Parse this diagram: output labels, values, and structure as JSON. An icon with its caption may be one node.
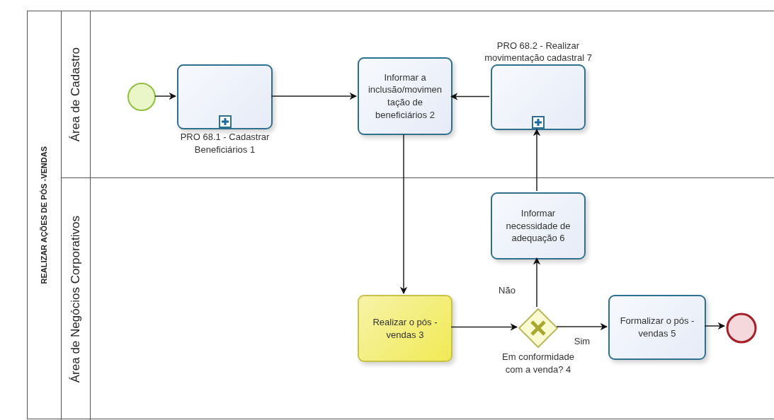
{
  "diagram": {
    "nodes": [
      {
        "text": [
          "REALIZAR AÇÕES DE PÓS -VENDAS"
        ]
      },
      {
        "text": [
          "Área de Cadastro"
        ],
        "in": 0
      },
      {
        "text": [
          "Área de Negócios Corporativos"
        ],
        "in": 0
      },
      {
        "text": [],
        "shape": "circle",
        "in": 1
      },
      {
        "text": [
          "PRO 68.1 - Cadastrar Beneficiários 1"
        ],
        "in": 1
      },
      {
        "text": [
          "Informar a inclusão/movimentação de beneficiários 2"
        ],
        "in": 1
      },
      {
        "text": [
          "PRO 68.2 - Realizar movimentação cadastral 7"
        ],
        "in": 1
      },
      {
        "text": [
          "Informar necessidade de adequação 6"
        ],
        "in": 2
      },
      {
        "text": [
          "Realizar o pós - vendas 3"
        ],
        "in": 2
      },
      {
        "text": [
          "Em conformidade com a venda? 4"
        ],
        "in": 2
      },
      {
        "text": [
          "Formalizar o pós - vendas 5"
        ],
        "in": 2
      },
      {
        "text": [],
        "shape": "circle",
        "in": 2
      }
    ],
    "edges": [
      {
        "from": 3,
        "to": 4,
        "arrow": "to"
      },
      {
        "from": 4,
        "to": 5,
        "arrow": "to"
      },
      {
        "from": 6,
        "to": 5,
        "arrow": "to"
      },
      {
        "from": 5,
        "to": 8,
        "arrow": "to"
      },
      {
        "from": 8,
        "to": 9,
        "arrow": "to"
      },
      {
        "from": 9,
        "to": 7,
        "arrow": "to",
        "label": "Não"
      },
      {
        "from": 7,
        "to": 6,
        "arrow": "to"
      },
      {
        "from": 9,
        "to": 10,
        "arrow": "to",
        "label": "Sim"
      },
      {
        "from": 10,
        "to": 11,
        "arrow": "to"
      }
    ]
  }
}
